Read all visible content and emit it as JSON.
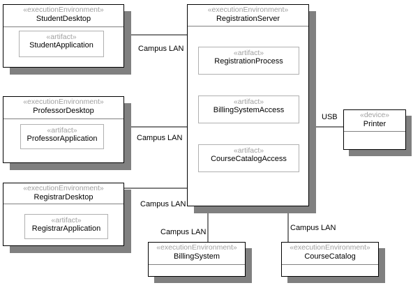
{
  "stereotypes": {
    "execution_environment": "«executionEnvironment»",
    "artifact": "«artifact»",
    "device": "«device»"
  },
  "nodes": {
    "student_desktop": {
      "name": "StudentDesktop",
      "artifact": "StudentApplication"
    },
    "professor_desktop": {
      "name": "ProfessorDesktop",
      "artifact": "ProfessorApplication"
    },
    "registrar_desktop": {
      "name": "RegistrarDesktop",
      "artifact": "RegistrarApplication"
    },
    "registration_server": {
      "name": "RegistrationServer",
      "artifacts": [
        "RegistrationProcess",
        "BillingSystemAccess",
        "CourseCatalogAccess"
      ]
    },
    "printer": {
      "name": "Printer"
    },
    "billing_system": {
      "name": "BillingSystem"
    },
    "course_catalog": {
      "name": "CourseCatalog"
    }
  },
  "connections": {
    "student_lan": "Campus LAN",
    "professor_lan": "Campus LAN",
    "registrar_lan": "Campus LAN",
    "printer_usb": "USB",
    "billing_lan": "Campus LAN",
    "catalog_lan": "Campus LAN"
  },
  "colors": {
    "shadow": "#808080",
    "stereotype_text": "#a0a0a0",
    "border": "#000000"
  }
}
